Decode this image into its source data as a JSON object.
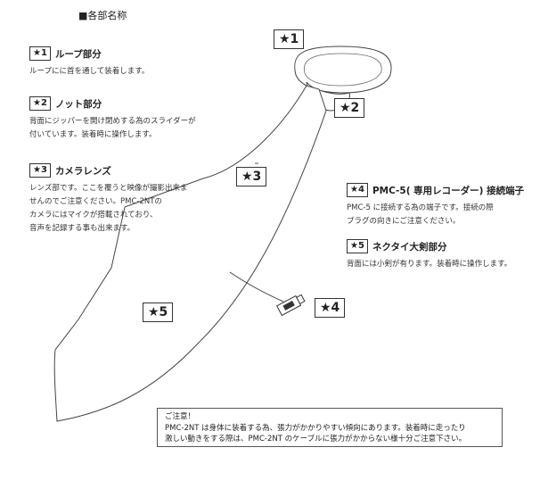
{
  "heading": {
    "marker": "■",
    "text": "各部名称"
  },
  "sections": [
    {
      "badge": "★1",
      "title": "ループ部分",
      "lines": [
        "ループにに首を通して装着します。"
      ]
    },
    {
      "badge": "★2",
      "title": "ノット部分",
      "lines": [
        "背面にジッパーを開け閉めする為のスライダーが",
        "付いています。装着時に操作します。"
      ]
    },
    {
      "badge": "★3",
      "title": "カメラレンズ",
      "lines": [
        "レンズ部です。ここを覆うと映像が撮影出来ま",
        "せんのでご注意ください。PMC-2NTの",
        "カメラにはマイクが搭載されており、",
        "音声を記録する事も出来ます。"
      ]
    },
    {
      "badge": "★4",
      "title": "PMC-5( 専用レコーダー) 接続端子",
      "lines": [
        "PMC-5 に接続する為の端子です。接続の際",
        "プラグの向きにご注意ください。"
      ]
    },
    {
      "badge": "★5",
      "title": "ネクタイ大剣部分",
      "lines": [
        "背面には小剣が有ります。装着時に操作します。"
      ]
    }
  ],
  "diagram_labels": [
    "★1",
    "★2",
    "★3",
    "★4",
    "★5"
  ],
  "notice": {
    "title": "ご注意！",
    "lines": [
      "PMC-2NT は身体に装着する為、張力がかかりやすい傾向にあります。装着時に走ったり",
      "激しい動きをする際は、PMC-2NT のケーブルに張力がかからない様十分ご注意下さい。"
    ]
  }
}
